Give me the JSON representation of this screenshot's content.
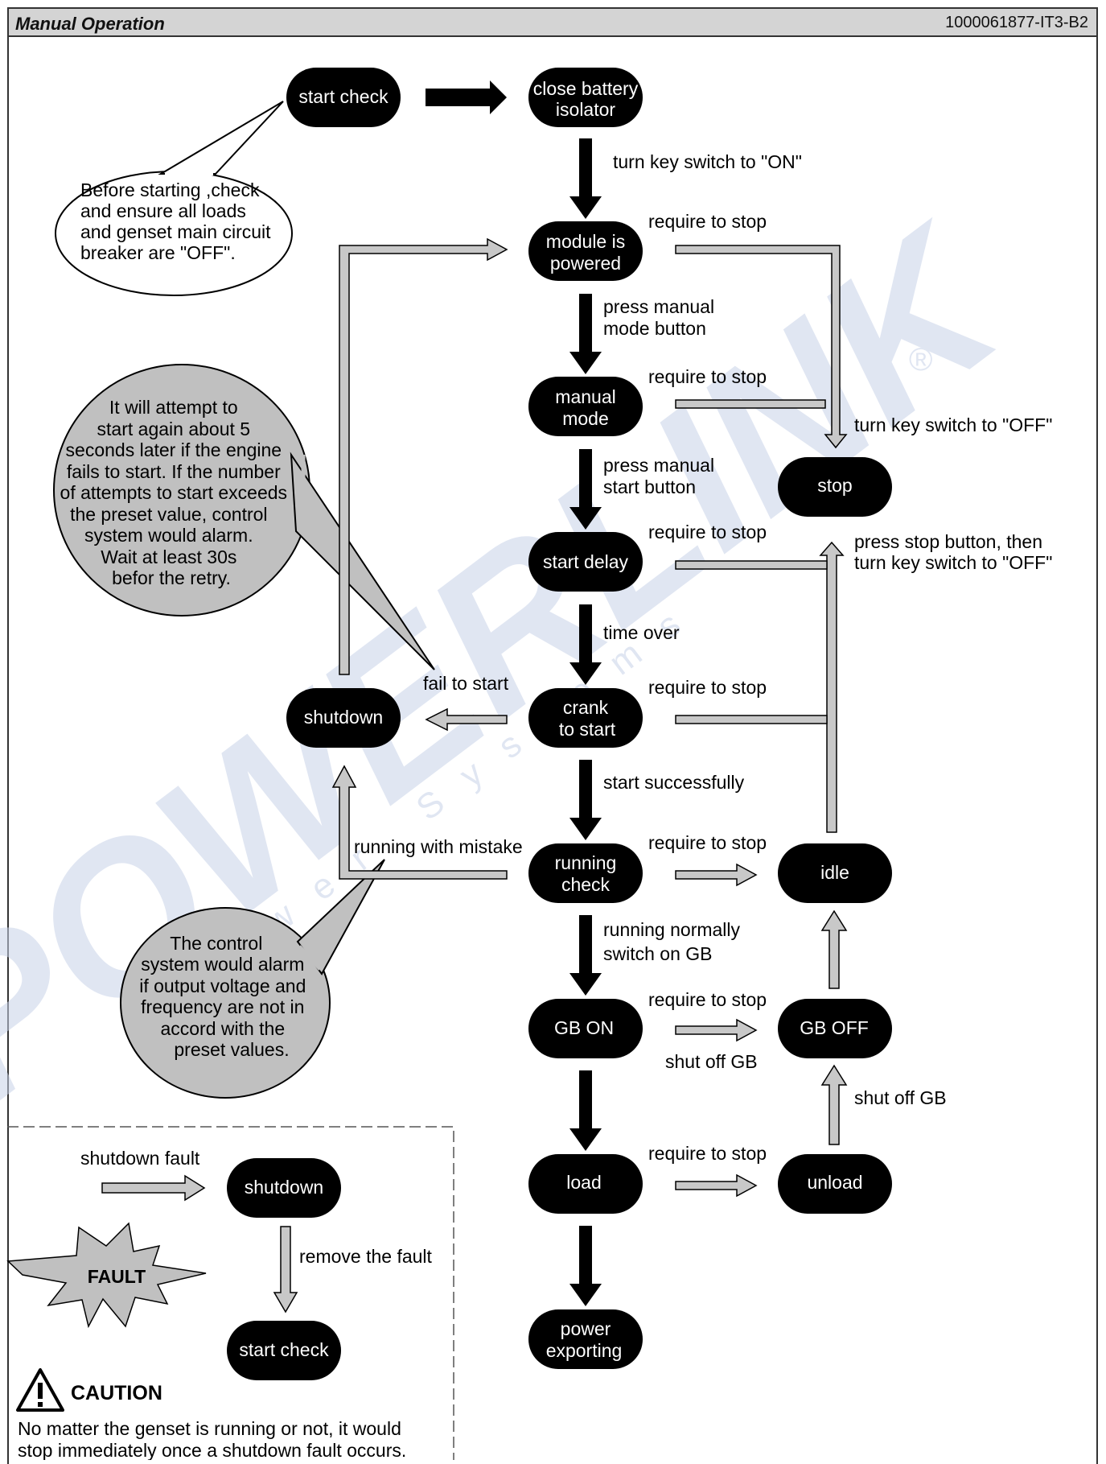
{
  "header": {
    "title": "Manual Operation",
    "doc_id": "1000061877-IT3-B2"
  },
  "watermark": {
    "brand": "POWERLINK",
    "sub": "Power Systems",
    "registered": "®"
  },
  "nodes": {
    "start_check": "start check",
    "battery_1": "close battery",
    "battery_2": "isolator",
    "powered_1": "module is",
    "powered_2": "powered",
    "manual_1": "manual",
    "manual_2": "mode",
    "stop": "stop",
    "start_delay": "start delay",
    "crank_1": "crank",
    "crank_2": "to start",
    "shutdown": "shutdown",
    "running_1": "running",
    "running_2": "check",
    "idle": "idle",
    "gb_on": "GB ON",
    "gb_off": "GB OFF",
    "load": "load",
    "unload": "unload",
    "export_1": "power",
    "export_2": "exporting"
  },
  "labels": {
    "key_on": "turn key switch to \"ON\"",
    "req_stop": "require to stop",
    "press_manual_1": "press manual",
    "press_manual_2": "mode button",
    "press_start_1": "press manual",
    "press_start_2": "start button",
    "key_off": "turn key switch to \"OFF\"",
    "press_stop_1": "press stop button, then",
    "press_stop_2": "turn key switch to \"OFF\"",
    "time_over": "time over",
    "fail_start": "fail to start",
    "start_ok": "start successfully",
    "running_mistake": "running with mistake",
    "running_norm_1": "running normally",
    "running_norm_2": "switch on GB",
    "shut_off_gb": "shut off GB"
  },
  "callouts": {
    "before": [
      "Before starting ,check",
      "and ensure all loads",
      "and genset main circuit",
      "breaker are \"OFF\"."
    ],
    "attempt": [
      "It will attempt to",
      "start again about 5",
      "seconds later if the engine",
      "fails to start. If the number",
      "of attempts to start exceeds",
      "the preset value, control",
      "system would alarm.",
      "Wait at least 30s",
      "befor the retry."
    ],
    "alarm": [
      "The control",
      "system would alarm",
      "if output voltage and",
      "frequency are not in",
      "accord with the",
      "preset values."
    ]
  },
  "legend": {
    "shutdown_fault": "shutdown fault",
    "shutdown": "shutdown",
    "remove_fault": "remove the fault",
    "start_check": "start check",
    "fault": "FAULT",
    "caution": "CAUTION",
    "caution_text_1": "No matter the genset is running or not, it would",
    "caution_text_2": "stop immediately once a shutdown fault occurs."
  },
  "colors": {
    "node_fill": "#000000",
    "node_text": "#ffffff",
    "gray_arrow": "#c8c8c8",
    "callout_gray": "#c0c0c0",
    "watermark": "#c8d2e8"
  }
}
